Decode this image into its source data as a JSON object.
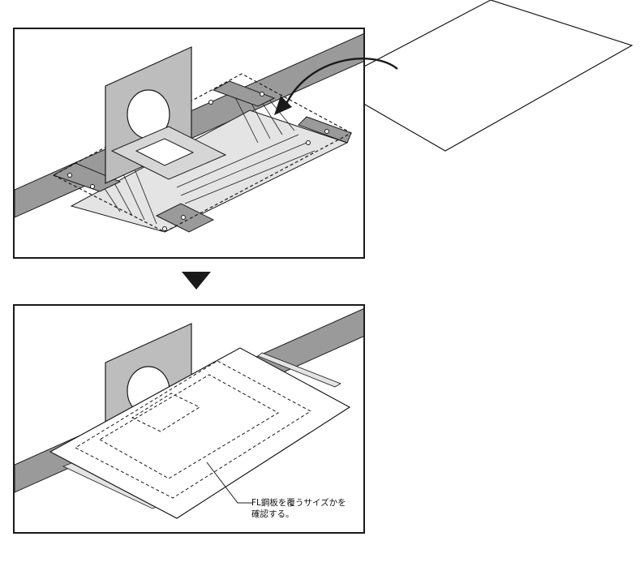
{
  "annotation": {
    "text": "FL鋼板を覆うサイズかを\n確認する。"
  },
  "colors": {
    "outline": "#1a1a1a",
    "beam_fill": "#9a9a9a",
    "plate_fill": "#bdbdbd",
    "sheet_fill": "#ffffff"
  },
  "icons": {
    "step_arrow": "black-down-triangle",
    "placement_arrow": "curved-arrow"
  }
}
